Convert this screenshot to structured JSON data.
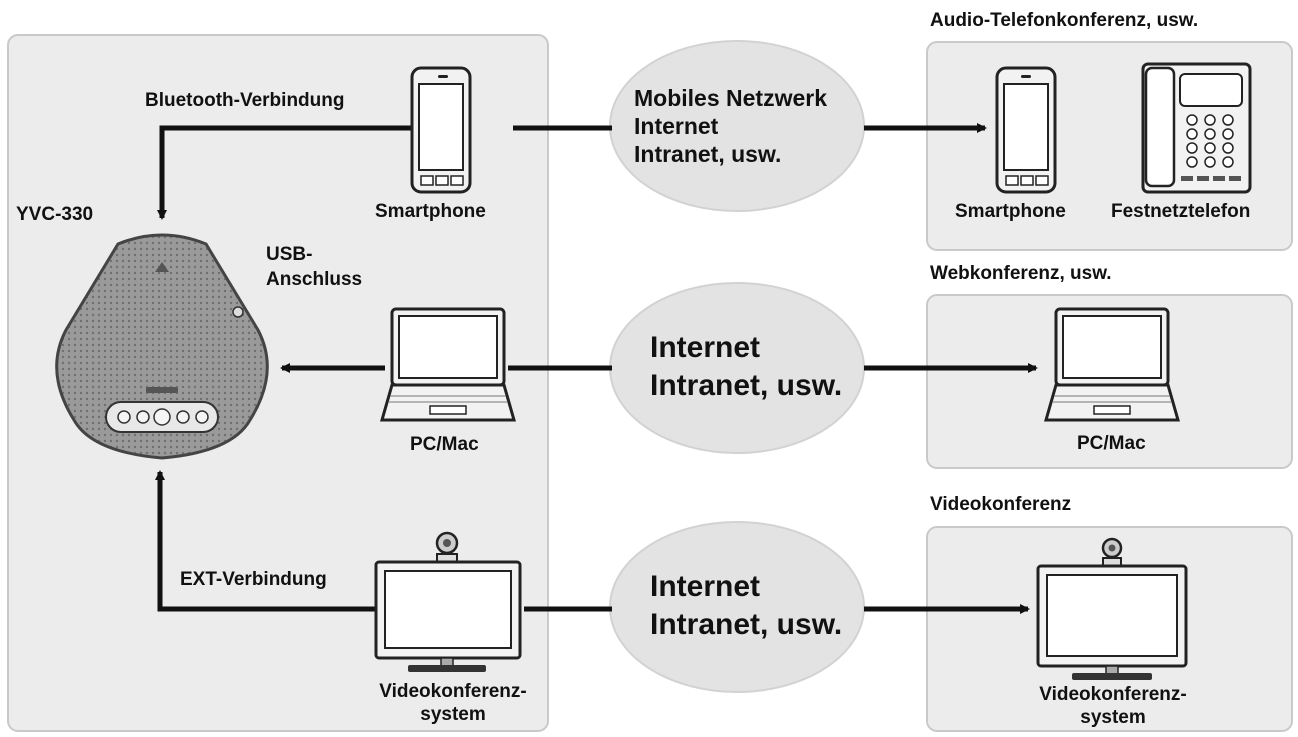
{
  "colors": {
    "panel": "#ececec",
    "panel_border": "#c9c9c9",
    "cloud": "#e3e3e3",
    "line": "#111111",
    "device_body": "#f2f2f2",
    "screen": "#ffffff",
    "speaker": "#8a8a8a"
  },
  "device": {
    "name": "YVC-330",
    "usb_label_line1": "USB-",
    "usb_label_line2": "Anschluss",
    "bluetooth_label": "Bluetooth-Verbindung",
    "ext_label": "EXT-Verbindung"
  },
  "local_devices": {
    "smartphone": "Smartphone",
    "pc": "PC/Mac",
    "video_line1": "Videokonferenz-",
    "video_line2": "system"
  },
  "networks": {
    "mobile": [
      "Mobiles Netzwerk",
      "Internet",
      "Intranet, usw."
    ],
    "web": [
      "Internet",
      "Intranet, usw."
    ],
    "video": [
      "Internet",
      "Intranet, usw."
    ]
  },
  "remote": {
    "audio_title": "Audio-Telefonkonferenz, usw.",
    "smartphone": "Smartphone",
    "landline": "Festnetztelefon",
    "web_title": "Webkonferenz, usw.",
    "pc": "PC/Mac",
    "video_title": "Videokonferenz",
    "video_line1": "Videokonferenz-",
    "video_line2": "system"
  }
}
